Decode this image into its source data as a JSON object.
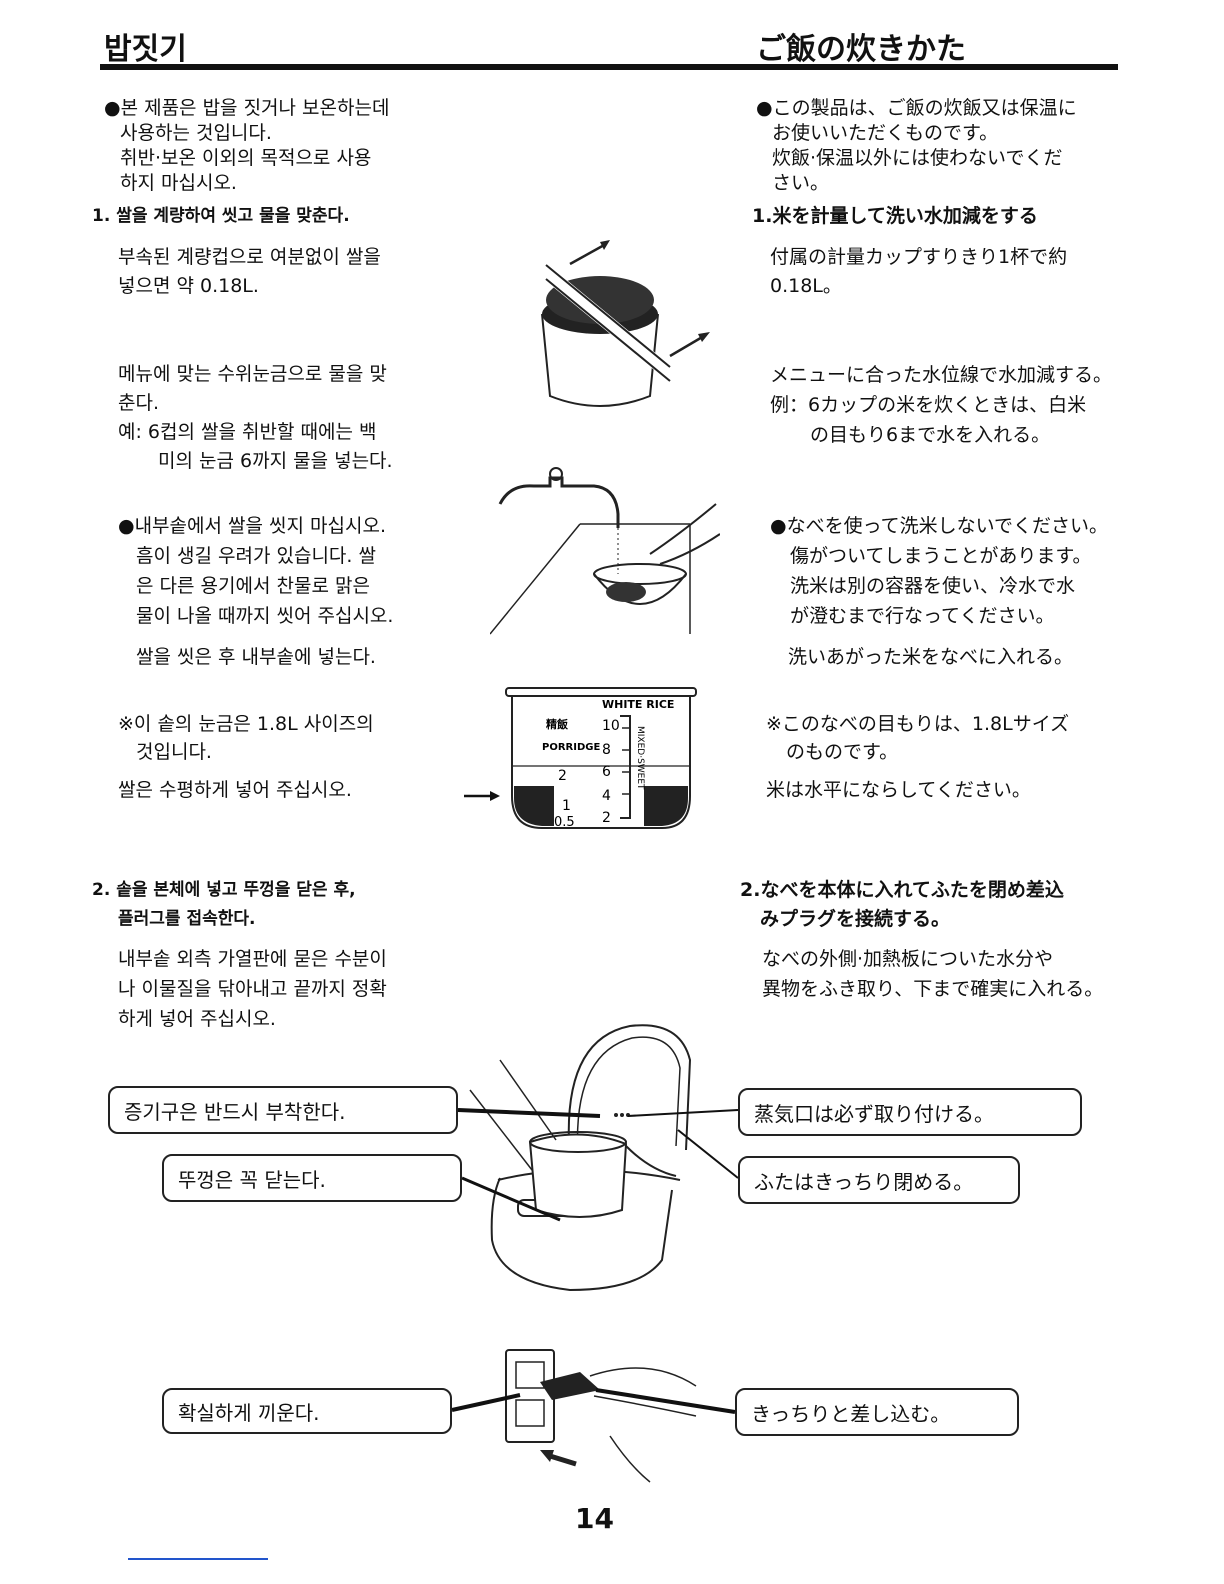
{
  "header": {
    "left_title": "밥짓기",
    "right_title": "ご飯の炊きかた"
  },
  "korean": {
    "intro": [
      "●본 제품은 밥을 짓거나 보온하는데",
      "사용하는 것입니다.",
      "취반·보온 이외의 목적으로 사용",
      "하지 마십시오."
    ],
    "step1_title": "1. 쌀을 계량하여 씻고 물을 맞춘다.",
    "step1_measure": [
      "부속된 계량컵으로 여분없이 쌀을",
      "넣으면 약 0.18L."
    ],
    "step1_water": [
      "메뉴에 맞는 수위눈금으로 물을 맞",
      "춘다.",
      "예: 6컵의 쌀을 취반할 때에는 백",
      "미의 눈금 6까지 물을 넣는다."
    ],
    "step1_wash": [
      "●내부솥에서 쌀을 씻지 마십시오.",
      "흠이 생길 우려가 있습니다. 쌀",
      "은 다른 용기에서 찬물로 맑은",
      "물이 나올 때까지 씻어 주십시오."
    ],
    "step1_put": "쌀을 씻은 후 내부솥에 넣는다.",
    "step1_note": [
      "※이 솥의 눈금은 1.8L 사이즈의",
      "것입니다."
    ],
    "step1_level": "쌀은 수평하게 넣어 주십시오.",
    "step2_title": [
      "2. 솥을 본체에 넣고 뚜껑을 닫은 후,",
      "플러그를 접속한다."
    ],
    "step2_body": [
      "내부솥 외측 가열판에 묻은 수분이",
      "나 이물질을 닦아내고 끝까지 정확",
      "하게 넣어 주십시오."
    ]
  },
  "japanese": {
    "intro": [
      "●この製品は、ご飯の炊飯又は保温に",
      "お使いいただくものです。",
      "炊飯·保温以外には使わないでくだ",
      "さい。"
    ],
    "step1_title": "1.米を計量して洗い水加減をする",
    "step1_measure": [
      "付属の計量カップすりきり1杯で約",
      "0.18L。"
    ],
    "step1_water": [
      "メニューに合った水位線で水加減する。",
      "例：6カップの米を炊くときは、白米",
      "の目もり6まで水を入れる。"
    ],
    "step1_wash": [
      "●なべを使って洗米しないでください。",
      "傷がついてしまうことがあります。",
      "洗米は別の容器を使い、冷水で水",
      "が澄むまで行なってください。"
    ],
    "step1_put": "洗いあがった米をなべに入れる。",
    "step1_note": [
      "※このなべの目もりは、1.8Lサイズ",
      "のものです。"
    ],
    "step1_level": "米は水平にならしてください。",
    "step2_title": [
      "2.なべを本体に入れてふたを閉め差込",
      "みプラグを接続する。"
    ],
    "step2_body": [
      "なべの外側·加熱板についた水分や",
      "異物をふき取り、下まで確実に入れる。"
    ]
  },
  "gauge": {
    "header": "WHITE RICE",
    "left_labels": [
      "精飯",
      "PORRIDGE"
    ],
    "right_numbers": [
      "10",
      "8",
      "6",
      "4",
      "2"
    ],
    "inner_numbers": [
      "2",
      "1",
      "0.5"
    ],
    "side_text": "MIXED·SWEET"
  },
  "callouts": {
    "kr_steam": "증기구은 반드시 부착한다.",
    "kr_lid": "뚜껑은 꼭 닫는다.",
    "kr_plug": "확실하게 끼운다.",
    "jp_steam": "蒸気口は必ず取り付ける。",
    "jp_lid": "ふたはきっちり閉める。",
    "jp_plug": "きっちりと差し込む。"
  },
  "page_number": "14"
}
